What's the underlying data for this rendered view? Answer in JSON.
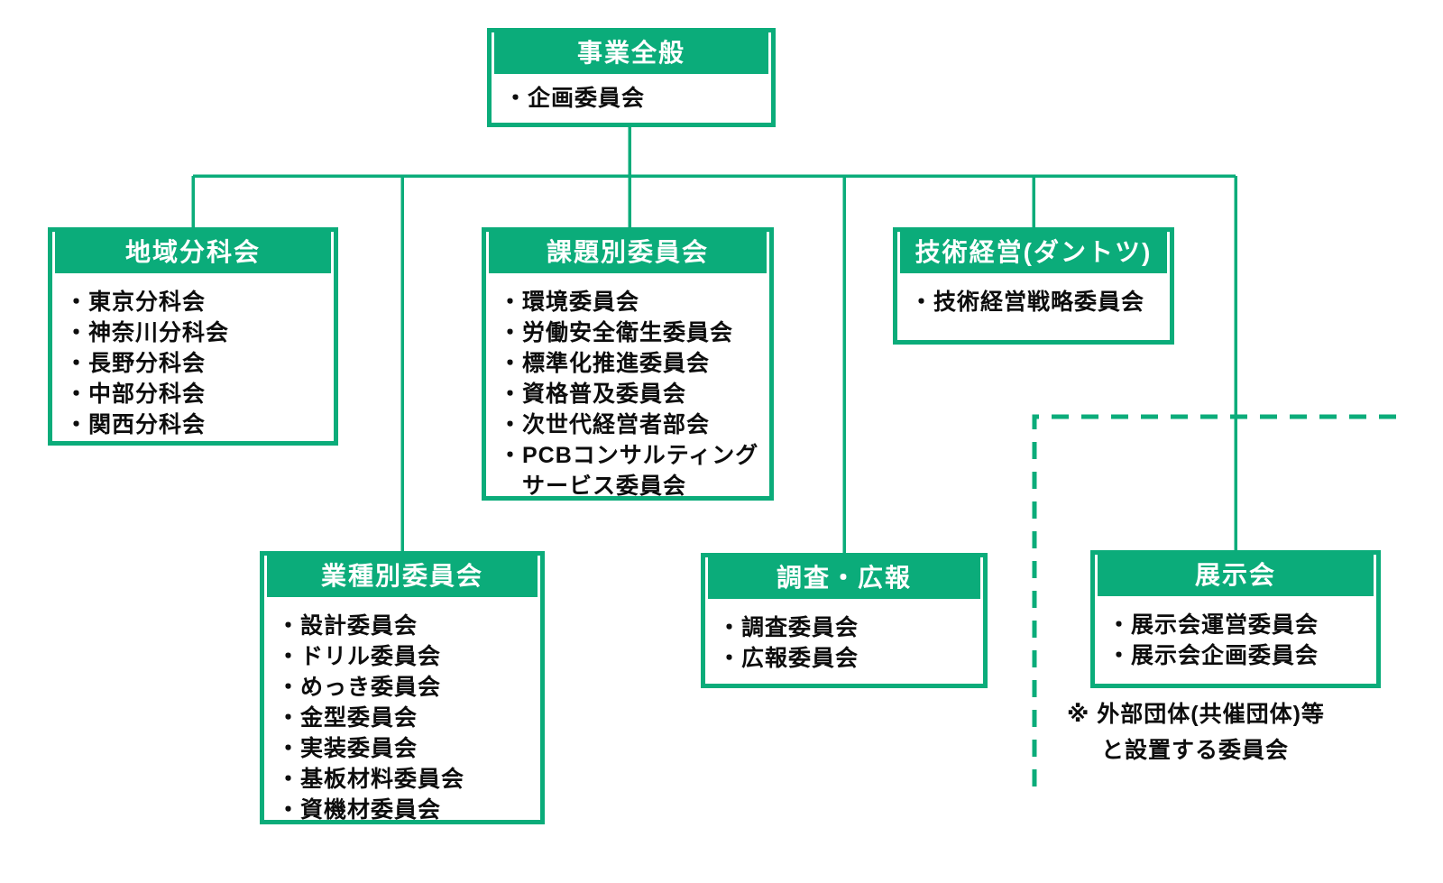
{
  "colors": {
    "green": "#0BAC7A",
    "text": "#0d0d0d",
    "header_text": "#ffffff"
  },
  "bullet": "・",
  "chart": {
    "root": {
      "title": "事業全般",
      "items": [
        "企画委員会"
      ]
    },
    "groups": [
      {
        "id": "chiiki",
        "title": "地域分科会",
        "items": [
          "東京分科会",
          "神奈川分科会",
          "長野分科会",
          "中部分科会",
          "関西分科会"
        ]
      },
      {
        "id": "kadai",
        "title": "課題別委員会",
        "items": [
          "環境委員会",
          "労働安全衛生委員会",
          "標準化推進委員会",
          "資格普及委員会",
          "次世代経営者部会",
          "PCBコンサルティング\nサービス委員会"
        ]
      },
      {
        "id": "gijutsu",
        "title": "技術経営(ダントツ)",
        "items": [
          "技術経営戦略委員会"
        ]
      },
      {
        "id": "gyoshu",
        "title": "業種別委員会",
        "items": [
          "設計委員会",
          "ドリル委員会",
          "めっき委員会",
          "金型委員会",
          "実装委員会",
          "基板材料委員会",
          "資機材委員会"
        ]
      },
      {
        "id": "chosa",
        "title": "調査・広報",
        "items": [
          "調査委員会",
          "広報委員会"
        ]
      },
      {
        "id": "tenji",
        "title": "展示会",
        "items": [
          "展示会運営委員会",
          "展示会企画委員会"
        ]
      }
    ],
    "note": {
      "line1": "※ 外部団体(共催団体)等",
      "line2": "と設置する委員会"
    }
  }
}
